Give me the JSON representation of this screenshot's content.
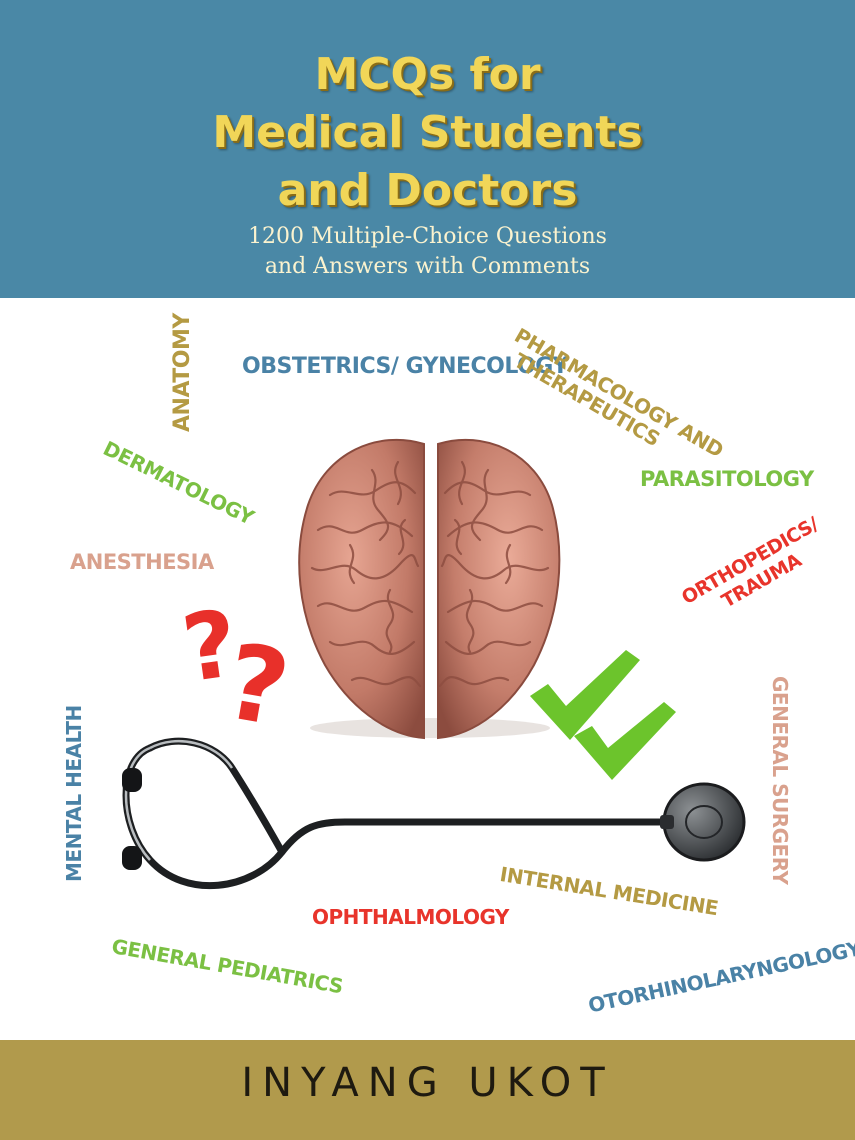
{
  "cover": {
    "title_lines": [
      "MCQs for",
      "Medical Students",
      "and Doctors"
    ],
    "subtitle_lines": [
      "1200 Multiple-Choice Questions",
      "and Answers with Comments"
    ],
    "author": "INYANG UKOT",
    "colors": {
      "header_bg": "#4a88a6",
      "title": "#f1d658",
      "footer_bg": "#b19a4c",
      "check": "#6cc42c",
      "question_mark": "#e8302a"
    },
    "question_marks": "??",
    "topics": {
      "obstetrics": [
        "OBSTETRICS/ GYNECOLOGY"
      ],
      "anatomy": [
        "ANATOMY"
      ],
      "pharmacology": [
        "PHARMACOLOGY AND",
        "THERAPEUTICS"
      ],
      "dermatology": [
        "DERMATOLOGY"
      ],
      "parasitology": [
        "PARASITOLOGY"
      ],
      "anesthesia": [
        "ANESTHESIA"
      ],
      "orthopedics": [
        "ORTHOPEDICS/",
        "TRAUMA"
      ],
      "general_surgery": [
        "GENERAL SURGERY"
      ],
      "mental_health": [
        "MENTAL HEALTH"
      ],
      "internal_medicine": [
        "INTERNAL MEDICINE"
      ],
      "ophthalmology": [
        "OPHTHALMOLOGY"
      ],
      "general_pediatrics": [
        "GENERAL PEDIATRICS"
      ],
      "otorhinolaryngology": [
        "OTORHINOLARYNGOLOGY"
      ]
    }
  }
}
